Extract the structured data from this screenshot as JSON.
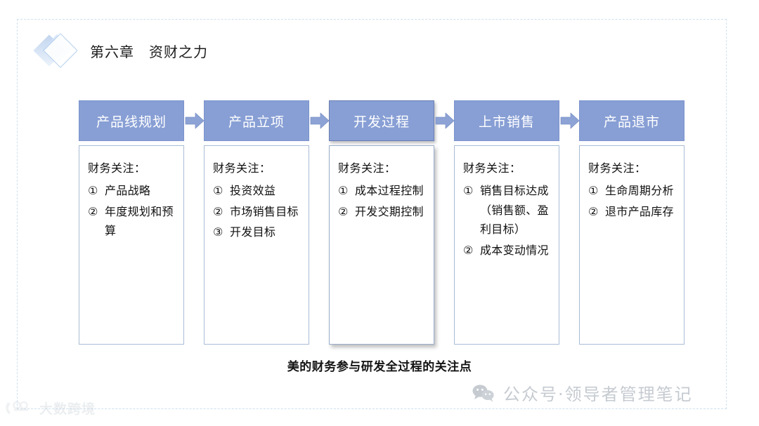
{
  "header": {
    "logo_icon": "overlapping-diamonds-icon",
    "title": "第六章　资财之力"
  },
  "flow": {
    "arrow_icon": "right-arrow-icon",
    "focus_label": "财务关注：",
    "stages": [
      {
        "id": "product-line-planning",
        "title": "产品线规划",
        "active": false,
        "items": [
          {
            "num": "①",
            "text": "产品战略"
          },
          {
            "num": "②",
            "text": "年度规划和预算"
          }
        ]
      },
      {
        "id": "product-initiation",
        "title": "产品立项",
        "active": false,
        "items": [
          {
            "num": "①",
            "text": "投资效益"
          },
          {
            "num": "②",
            "text": "市场销售目标"
          },
          {
            "num": "③",
            "text": "开发目标"
          }
        ]
      },
      {
        "id": "development-process",
        "title": "开发过程",
        "active": true,
        "items": [
          {
            "num": "①",
            "text": "成本过程控制"
          },
          {
            "num": "②",
            "text": "开发交期控制"
          }
        ]
      },
      {
        "id": "market-launch-sales",
        "title": "上市销售",
        "active": false,
        "items": [
          {
            "num": "①",
            "text": "销售目标达成（销售额、盈利目标）"
          },
          {
            "num": "②",
            "text": "成本变动情况"
          }
        ]
      },
      {
        "id": "product-retirement",
        "title": "产品退市",
        "active": false,
        "items": [
          {
            "num": "①",
            "text": "生命周期分析"
          },
          {
            "num": "②",
            "text": "退市产品库存"
          }
        ]
      }
    ]
  },
  "caption": "美的财务参与研发全过程的关注点",
  "watermarks": {
    "wechat": {
      "icon": "wechat-icon",
      "text": "公众号·领导者管理笔记"
    },
    "brand": {
      "icon": "dashuakuajing-logo-icon",
      "text": "大数跨境"
    }
  },
  "colors": {
    "stage_header_fill": "#889fd5",
    "stage_header_text": "#ffffff",
    "stage_body_border": "#a9bcd6",
    "arrow_fill": "#8da3d6",
    "frame_dash": "#cfe0ee",
    "caption_text": "#141414",
    "watermark_gray": "#c6cbd1"
  }
}
